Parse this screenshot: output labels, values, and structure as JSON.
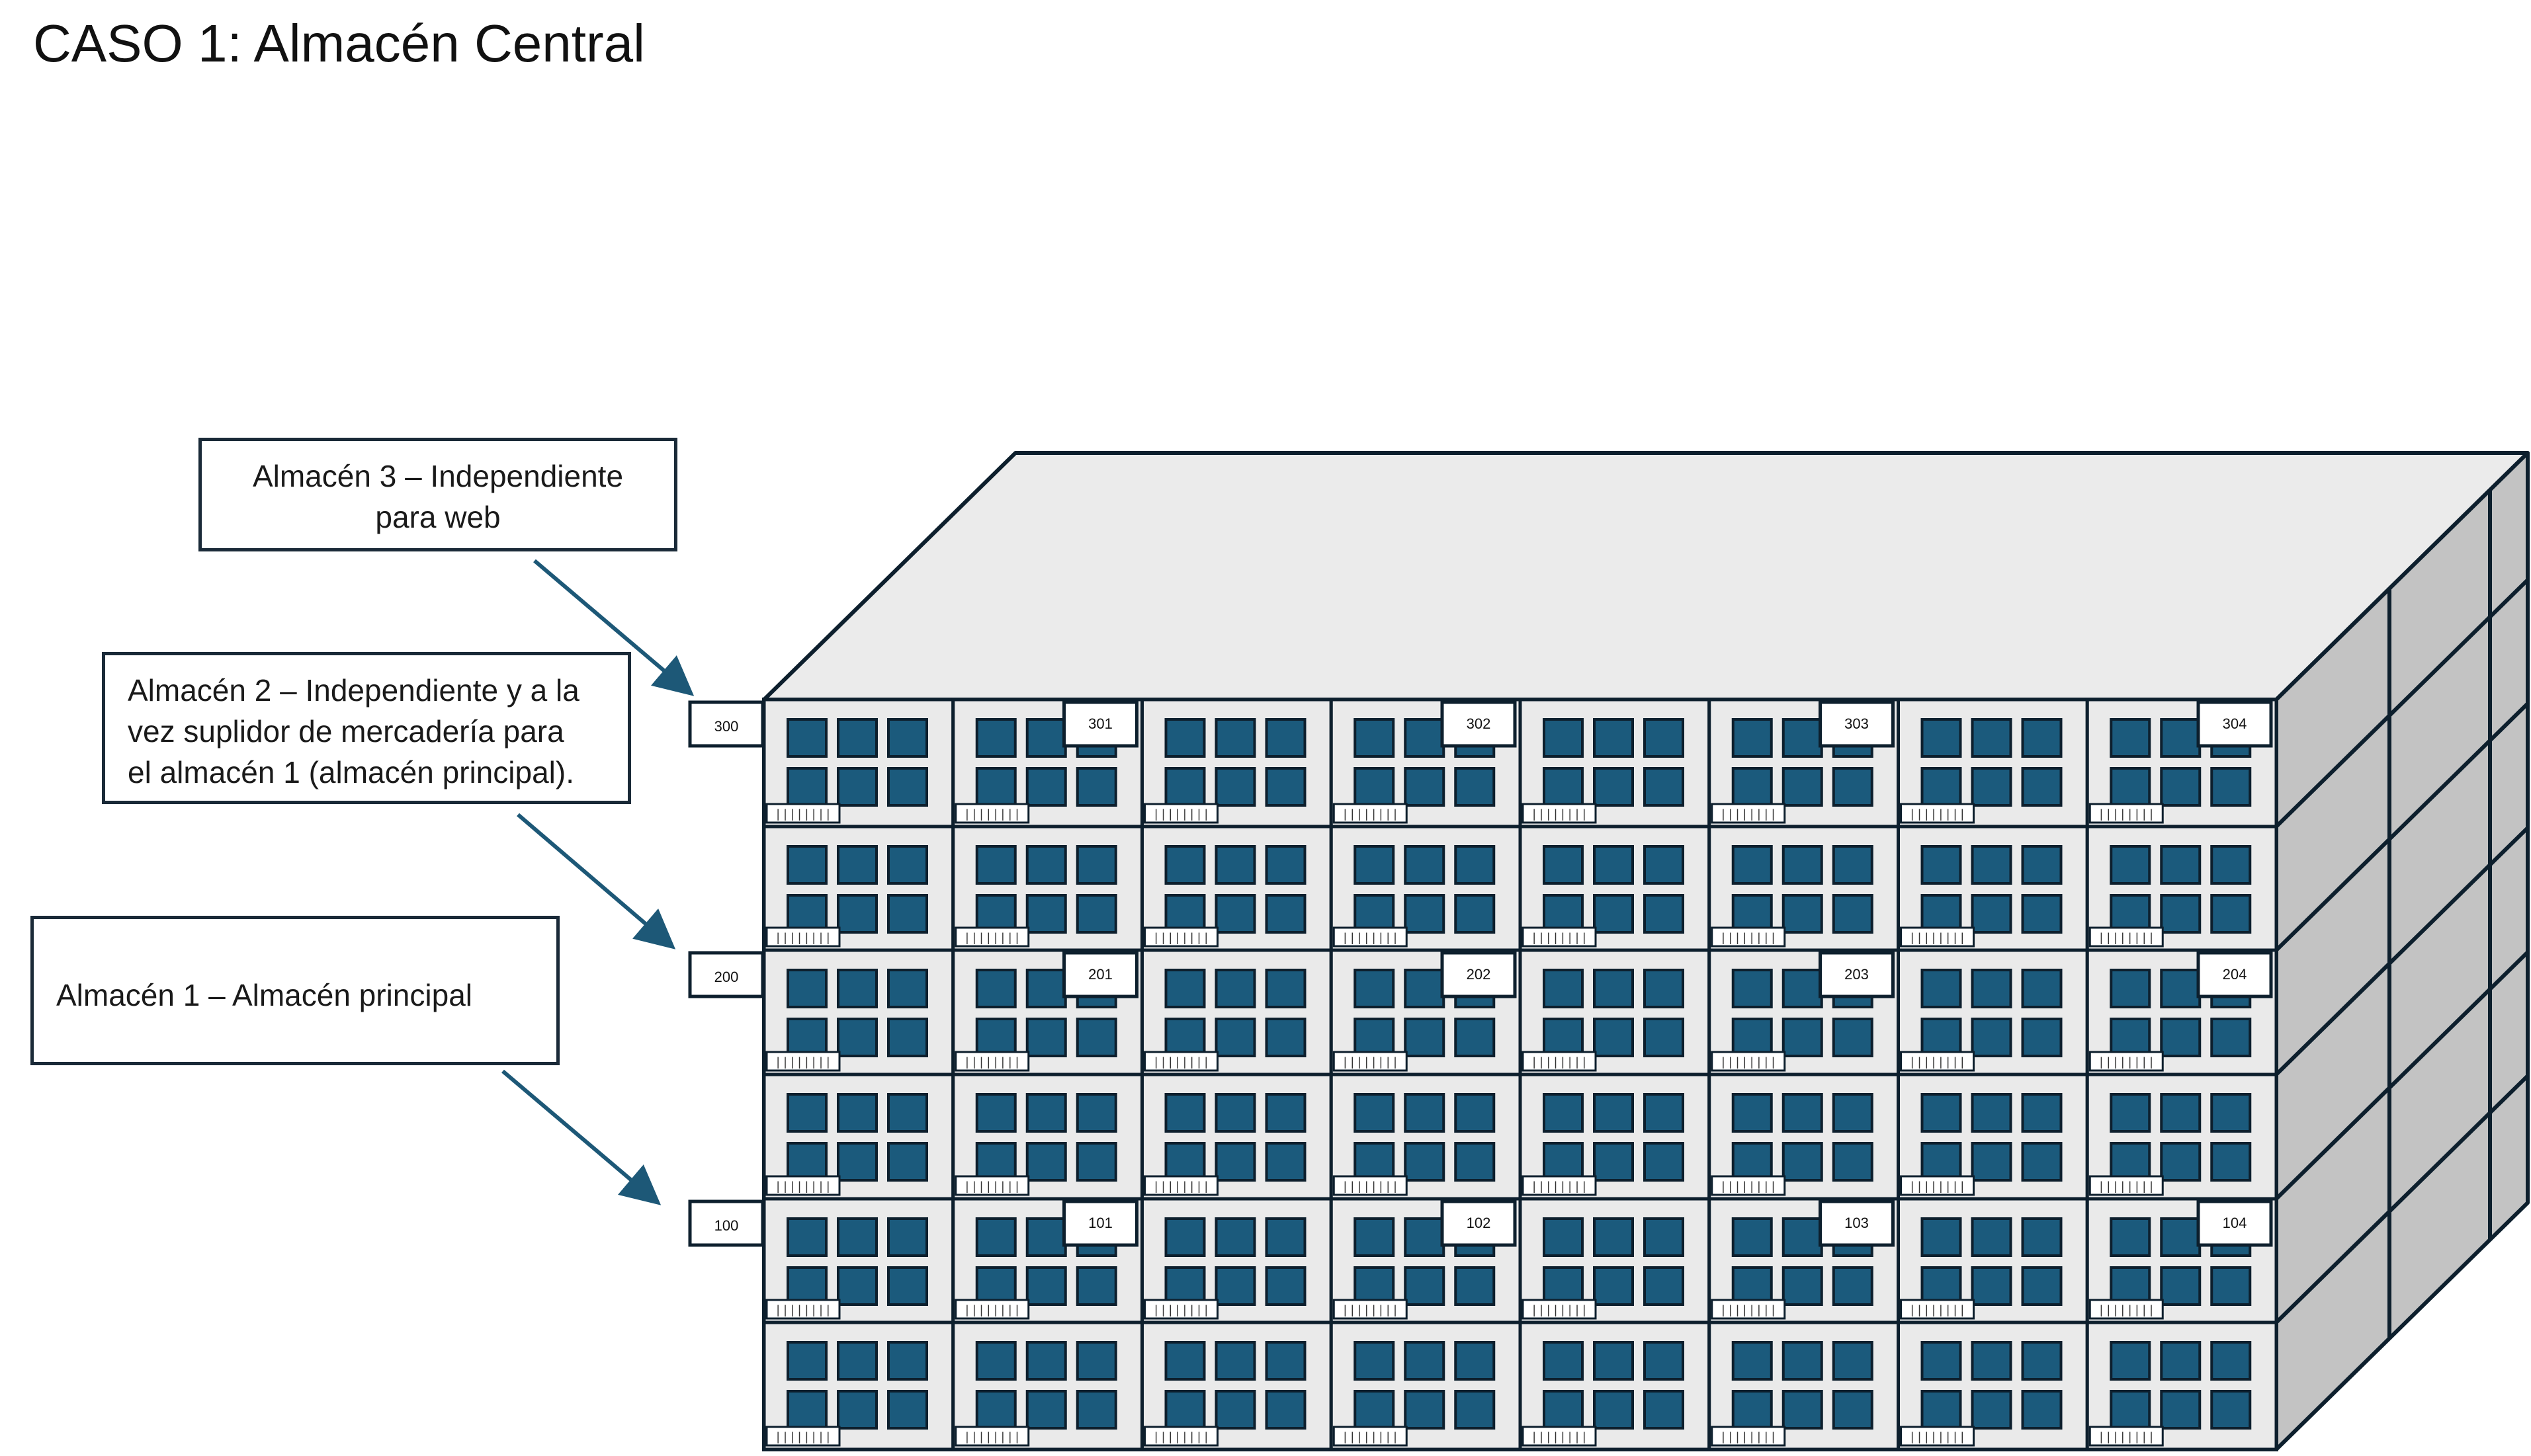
{
  "title": "CASO 1: Almacén Central",
  "callouts": {
    "almacen3": {
      "lines": [
        "Almacén 3 – Independiente",
        "para web"
      ]
    },
    "almacen2": {
      "lines": [
        "Almacén 2 – Independiente y a la",
        "vez suplidor de mercadería para",
        "el almacén 1 (almacén principal)."
      ]
    },
    "almacen1": {
      "lines": [
        "Almacén 1 – Almacén principal"
      ]
    }
  },
  "level_labels": [
    "300",
    "200",
    "100"
  ],
  "bin_labels": {
    "300": [
      "301",
      "302",
      "303",
      "304"
    ],
    "200": [
      "201",
      "202",
      "203",
      "204"
    ],
    "100": [
      "101",
      "102",
      "103",
      "104"
    ]
  },
  "barcode_text": "||||||||",
  "colors": {
    "top_face": "#ebebeb",
    "side_face": "#c3c3c3",
    "front_cell": "#eaeaea",
    "window": "#1b5a7c",
    "outline": "#0d1f2d",
    "arrow": "#1d5877"
  }
}
